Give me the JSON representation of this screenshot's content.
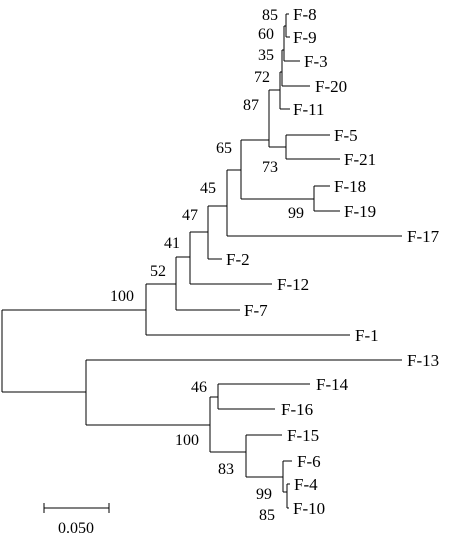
{
  "tree": {
    "leaves": {
      "f8": "F-8",
      "f9": "F-9",
      "f3": "F-3",
      "f20": "F-20",
      "f11": "F-11",
      "f5": "F-5",
      "f21": "F-21",
      "f18": "F-18",
      "f19": "F-19",
      "f17": "F-17",
      "f2": "F-2",
      "f12": "F-12",
      "f7": "F-7",
      "f1": "F-1",
      "f13": "F-13",
      "f14": "F-14",
      "f16": "F-16",
      "f15": "F-15",
      "f6": "F-6",
      "f4": "F-4",
      "f10": "F-10"
    },
    "support": {
      "f8_f9": "85",
      "f3_clade": "60",
      "f20_clade": "35",
      "f11_clade": "72",
      "upper_clade": "87",
      "f5_f21": "73",
      "f18_f19": "99",
      "f17_clade": "65",
      "f2_clade": "45",
      "f12_clade": "47",
      "f7_clade": "41",
      "f1_clade": "52",
      "group_a": "100",
      "f14_f16": "46",
      "group_b": "100",
      "f15_clade": "83",
      "f4_f10": "85",
      "f6_clade": "99"
    },
    "scale_bar": {
      "label": "0.050"
    }
  }
}
